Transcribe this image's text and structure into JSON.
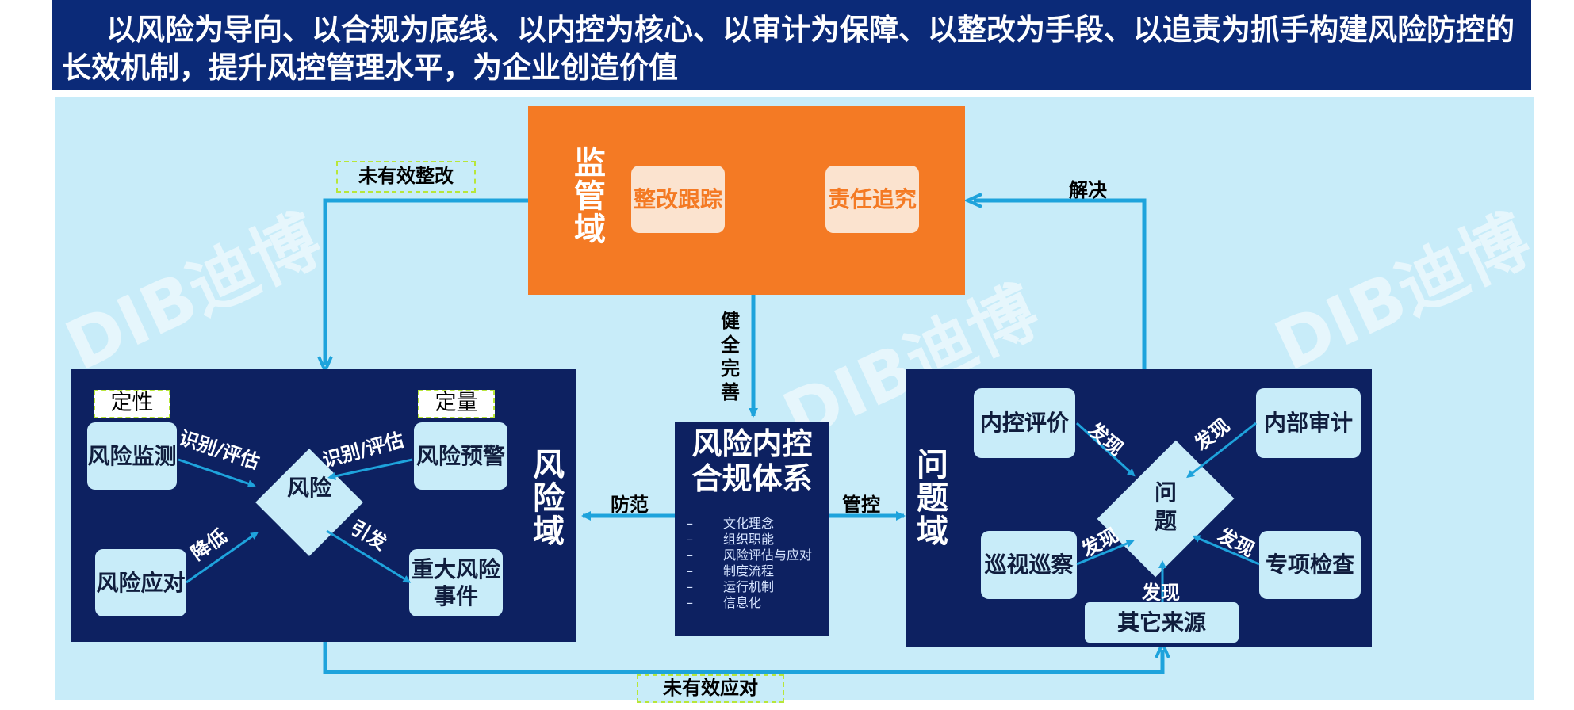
{
  "header": {
    "title": "以风险为导向、以合规为底线、以内控为核心、以审计为保障、以整改为手段、以追责为抓手构建风险防控的长效机制，提升风控管理水平，为企业创造价值"
  },
  "watermark": "DIB迪博",
  "supervision": {
    "title": "监管域",
    "box1": "整改跟踪",
    "box2": "责任追究"
  },
  "risk_domain": {
    "title": "风险域",
    "tag_qualitative": "定性",
    "tag_quantitative": "定量",
    "monitor": "风险监测",
    "warning": "风险预警",
    "center": "风险",
    "response": "风险应对",
    "major_event": "重大风险事件",
    "lbl_identify_left": "识别/评估",
    "lbl_identify_right": "识别/评估",
    "lbl_reduce": "降低",
    "lbl_trigger": "引发"
  },
  "core": {
    "title": "风险内控合规体系",
    "items": [
      "文化理念",
      "组织职能",
      "风险评估与应对",
      "制度流程",
      "运行机制",
      "信息化"
    ],
    "bullet": "–"
  },
  "issue_domain": {
    "title": "问题域",
    "ic_eval": "内控评价",
    "internal_audit": "内部审计",
    "center": "问题",
    "inspection": "巡视巡察",
    "special_check": "专项检查",
    "other": "其它来源",
    "lbl_found": "发现"
  },
  "connectors": {
    "not_effective_rectify": "未有效整改",
    "resolve": "解决",
    "improve": "健全完善",
    "prevent": "防范",
    "control": "管控",
    "not_effective_response": "未有效应对"
  },
  "colors": {
    "title_bg": "#0b2a78",
    "canvas_bg": "#c8ecf9",
    "domain_bg": "#0d2161",
    "supervision_bg": "#f47a24",
    "arrow": "#1ea3dc"
  }
}
